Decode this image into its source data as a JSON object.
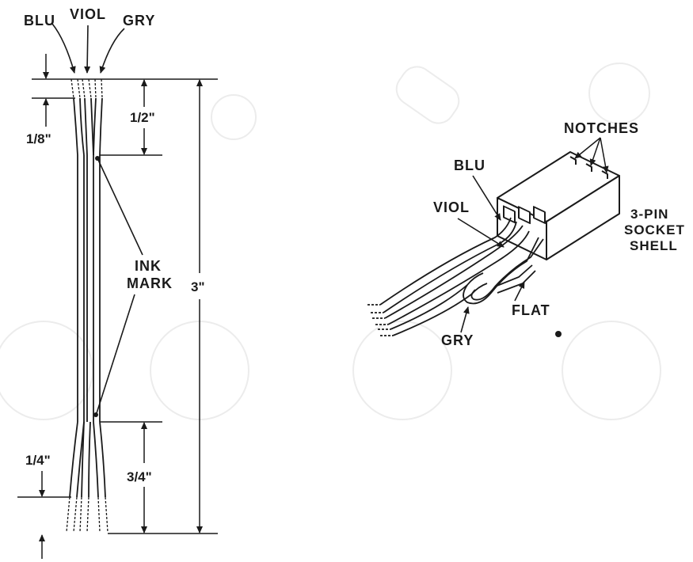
{
  "wire_colors": {
    "blue": "BLU",
    "violet": "VIOL",
    "gray": "GRY"
  },
  "dimensions": {
    "strip_length": "1/8\"",
    "top_separation": "1/2\"",
    "total_length": "3\"",
    "bottom_separation": "3/4\"",
    "bottom_strip": "1/4\""
  },
  "labels": {
    "ink_mark_line1": "INK",
    "ink_mark_line2": "MARK",
    "notches": "NOTCHES",
    "socket_line1": "3-PIN",
    "socket_line2": "SOCKET",
    "socket_line3": "SHELL",
    "flat": "FLAT"
  }
}
